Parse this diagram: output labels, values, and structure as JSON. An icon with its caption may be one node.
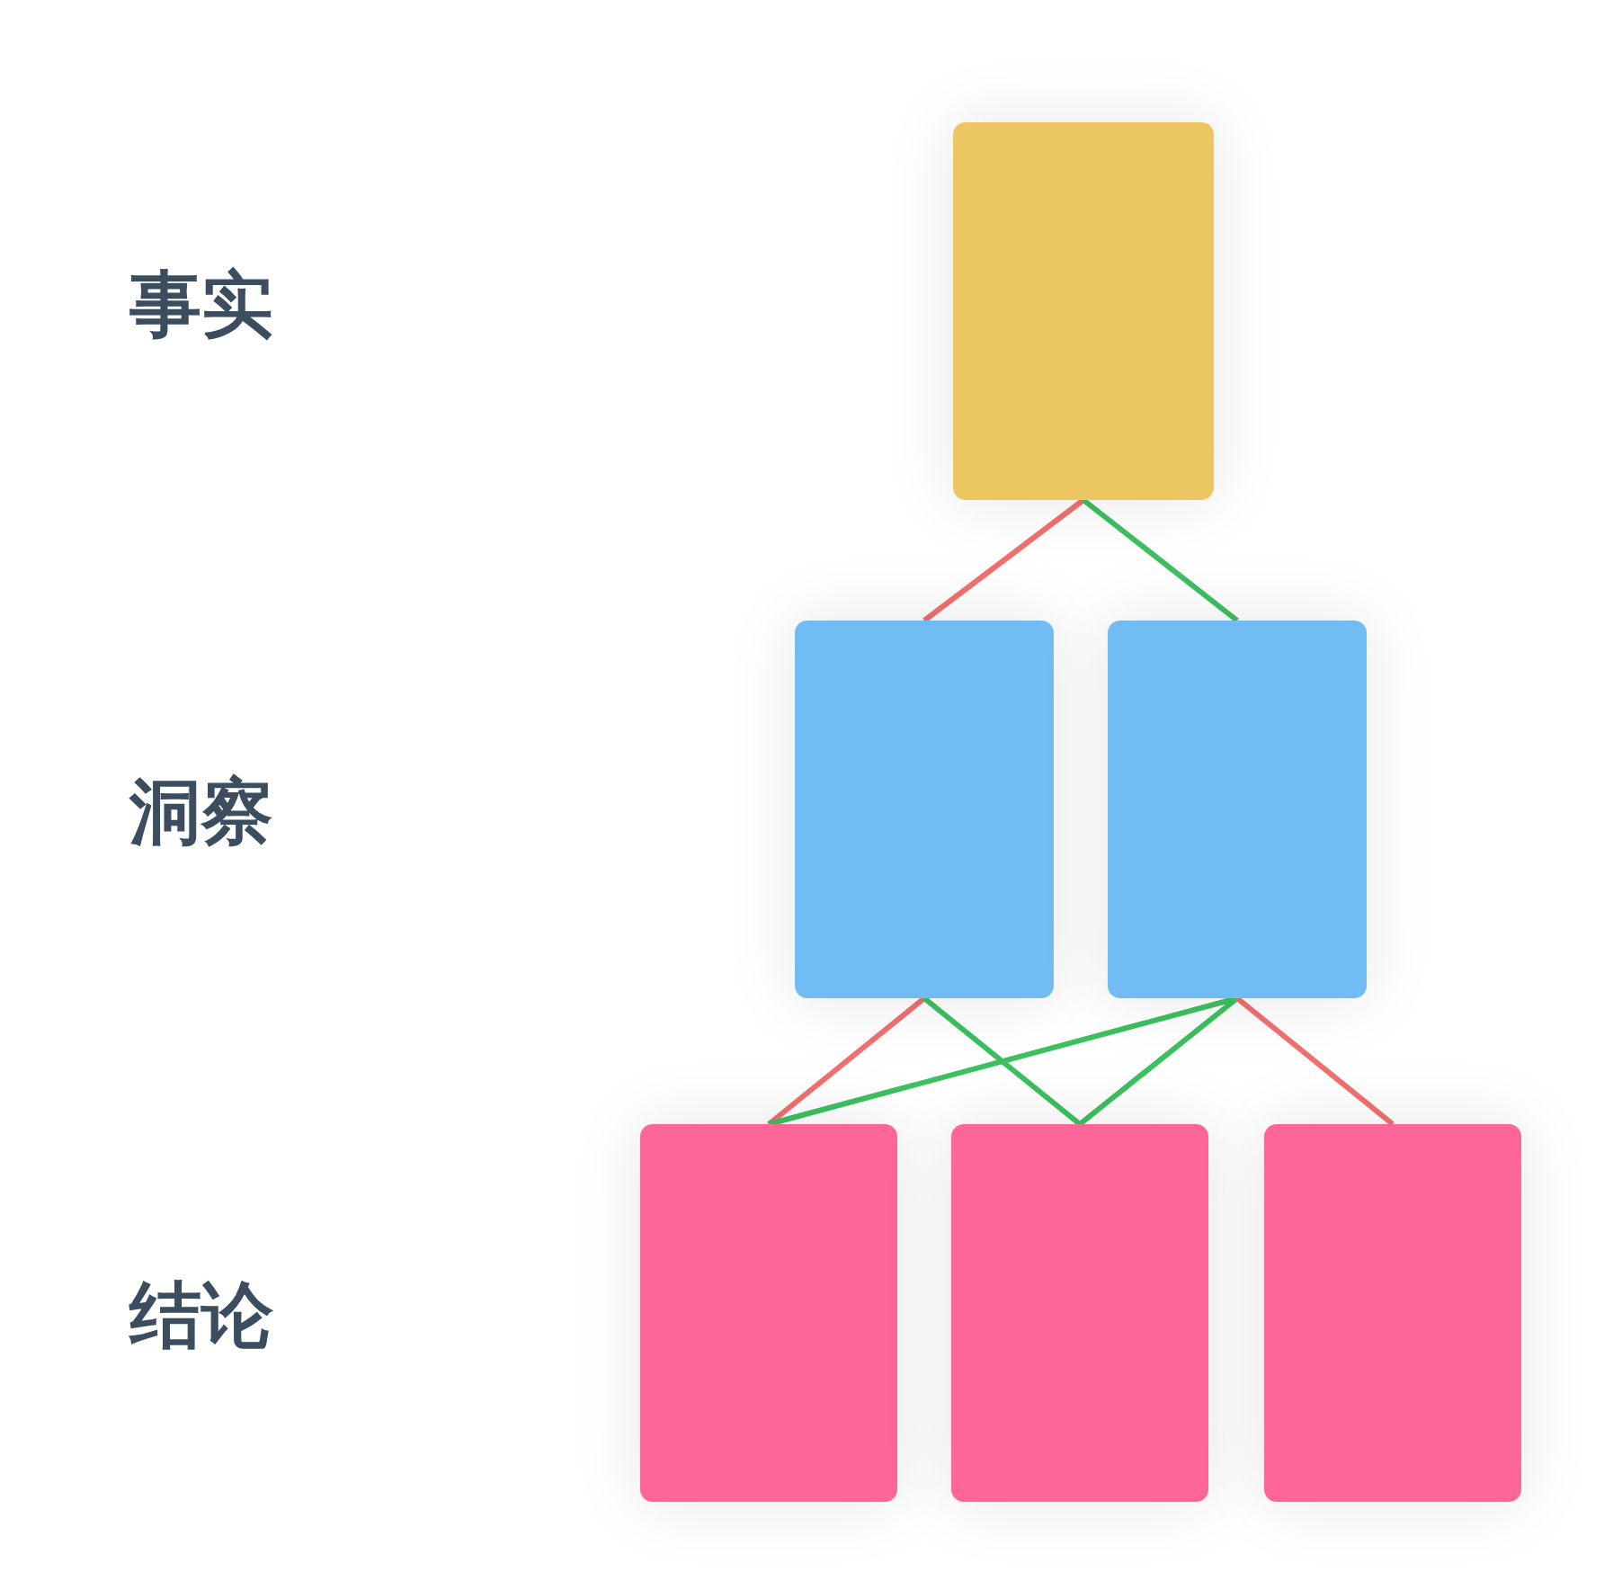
{
  "diagram": {
    "nodes": [
      {
        "text": [],
        "shape": "box"
      },
      {
        "text": [],
        "shape": "box"
      },
      {
        "text": [],
        "shape": "box"
      },
      {
        "text": [],
        "shape": "box"
      },
      {
        "text": [],
        "shape": "box"
      },
      {
        "text": [],
        "shape": "box"
      }
    ],
    "edges": [
      {
        "from": 0,
        "to": 1,
        "arrow": "none",
        "color": "#f07070"
      },
      {
        "from": 0,
        "to": 2,
        "arrow": "none"
      },
      {
        "from": 1,
        "to": 3,
        "arrow": "none",
        "color": "#f07070"
      },
      {
        "from": 1,
        "to": 4,
        "arrow": "none"
      },
      {
        "from": 2,
        "to": 3,
        "arrow": "none"
      },
      {
        "from": 2,
        "to": 4,
        "arrow": "none"
      },
      {
        "from": 2,
        "to": 5,
        "arrow": "none",
        "color": "#f07070"
      }
    ],
    "labels": [
      "事实",
      "洞察",
      "结论"
    ]
  }
}
